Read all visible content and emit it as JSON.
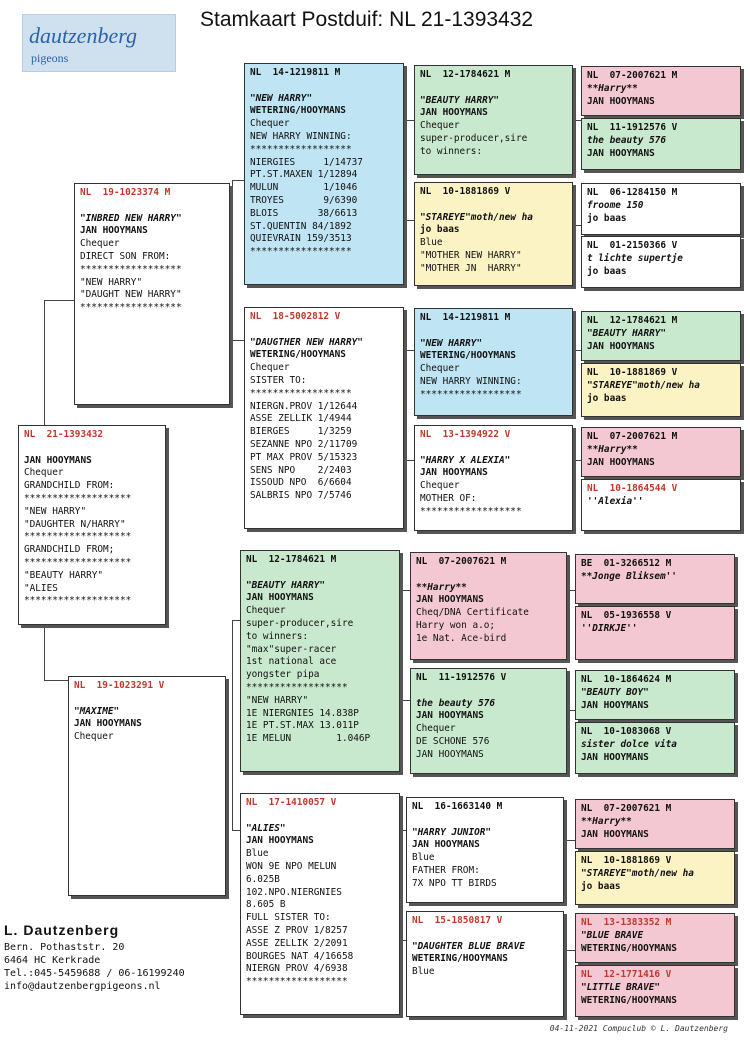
{
  "page": {
    "title": "Stamkaart Postduif: NL  21-1393432",
    "logo_text": "dautzenberg",
    "logo_sub": "pigeons",
    "address": {
      "name": "L. Dautzenberg",
      "lines": [
        "Bern. Pothaststr. 20",
        "6464 HC  Kerkrade",
        "Tel.:045-5459688 / 06-16199240",
        "info@dautzenbergpigeons.nl"
      ]
    },
    "footer": "04-11-2021   Compuclub © L. Dautzenberg"
  },
  "colors": {
    "blue": "#bfe4f3",
    "green": "#c9e9cf",
    "pink": "#f4c8d2",
    "yellow": "#fbf3c3",
    "ring_red": "#c0392b"
  },
  "cards": [
    {
      "id": "main",
      "color": "white",
      "red": true,
      "lines": [
        {
          "t": "NL  21-1393432",
          "k": "hd"
        },
        {
          "t": "",
          "k": ""
        },
        {
          "t": "JAN HOOYMANS",
          "k": "own"
        },
        {
          "t": "Chequer"
        },
        {
          "t": "GRANDCHILD FROM:"
        },
        {
          "t": "*******************"
        },
        {
          "t": "\"NEW HARRY\""
        },
        {
          "t": "\"DAUGHTER N/HARRY\""
        },
        {
          "t": "*******************"
        },
        {
          "t": "GRANDCHILD FROM;"
        },
        {
          "t": "*******************"
        },
        {
          "t": "\"BEAUTY HARRY\""
        },
        {
          "t": "\"ALIES"
        },
        {
          "t": "*******************"
        }
      ]
    },
    {
      "id": "sire",
      "color": "white",
      "red": true,
      "lines": [
        {
          "t": "NL  19-1023374 M",
          "k": "hd"
        },
        {
          "t": "",
          "k": ""
        },
        {
          "t": "\"INBRED NEW HARRY\"",
          "k": "nm"
        },
        {
          "t": "JAN HOOYMANS",
          "k": "own"
        },
        {
          "t": "Chequer"
        },
        {
          "t": "DIRECT SON FROM:"
        },
        {
          "t": "******************"
        },
        {
          "t": "\"NEW HARRY\""
        },
        {
          "t": "\"DAUGHT NEW HARRY\""
        },
        {
          "t": "******************"
        }
      ]
    },
    {
      "id": "dam",
      "color": "white",
      "red": true,
      "lines": [
        {
          "t": "NL  19-1023291 V",
          "k": "hd"
        },
        {
          "t": "",
          "k": ""
        },
        {
          "t": "\"MAXIME\"",
          "k": "nm"
        },
        {
          "t": "JAN HOOYMANS",
          "k": "own"
        },
        {
          "t": "Chequer"
        }
      ]
    },
    {
      "id": "ss",
      "color": "blue",
      "red": false,
      "lines": [
        {
          "t": "NL  14-1219811 M",
          "k": "hd"
        },
        {
          "t": "",
          "k": ""
        },
        {
          "t": "\"NEW HARRY\"",
          "k": "nm"
        },
        {
          "t": "WETERING/HOOYMANS",
          "k": "own"
        },
        {
          "t": "Chequer"
        },
        {
          "t": "NEW HARRY WINNING:"
        },
        {
          "t": "******************"
        },
        {
          "t": "NIERGIES     1/14737"
        },
        {
          "t": "PT.ST.MAXEN 1/12894"
        },
        {
          "t": "MULUN        1/1046"
        },
        {
          "t": "TROYES       9/6390"
        },
        {
          "t": "BLOIS       38/6613"
        },
        {
          "t": "ST.QUENTIN 84/1892"
        },
        {
          "t": "QUIEVRAIN 159/3513"
        },
        {
          "t": "******************"
        }
      ]
    },
    {
      "id": "sd",
      "color": "white",
      "red": true,
      "lines": [
        {
          "t": "NL  18-5002812 V",
          "k": "hd"
        },
        {
          "t": "",
          "k": ""
        },
        {
          "t": "\"DAUGTHER NEW HARRY\"",
          "k": "nm"
        },
        {
          "t": "WETERING/HOOYMANS",
          "k": "own"
        },
        {
          "t": "Chequer"
        },
        {
          "t": "SISTER TO:"
        },
        {
          "t": "******************"
        },
        {
          "t": "NIERGN.PROV 1/12644"
        },
        {
          "t": "ASSE ZELLIK 1/4944"
        },
        {
          "t": "BIERGES     1/3259"
        },
        {
          "t": "SEZANNE NPO 2/11709"
        },
        {
          "t": "PT MAX PROV 5/15323"
        },
        {
          "t": "SENS NPO    2/2403"
        },
        {
          "t": "ISSOUD NPO  6/6604"
        },
        {
          "t": "SALBRIS NPO 7/5746"
        }
      ]
    },
    {
      "id": "ds",
      "color": "green",
      "red": false,
      "lines": [
        {
          "t": "NL  12-1784621 M",
          "k": "hd"
        },
        {
          "t": "",
          "k": ""
        },
        {
          "t": "\"BEAUTY HARRY\"",
          "k": "nm"
        },
        {
          "t": "JAN HOOYMANS",
          "k": "own"
        },
        {
          "t": "Chequer"
        },
        {
          "t": "super-producer,sire"
        },
        {
          "t": "to winners:"
        },
        {
          "t": "\"max\"super-racer"
        },
        {
          "t": "1st national ace"
        },
        {
          "t": "yongster pipa"
        },
        {
          "t": "******************"
        },
        {
          "t": "\"NEW HARRY\""
        },
        {
          "t": "1E NIERGNIES 14.838P"
        },
        {
          "t": "1E PT.ST.MAX 13.011P"
        },
        {
          "t": "1E MELUN        1.046P"
        }
      ]
    },
    {
      "id": "dd",
      "color": "white",
      "red": true,
      "lines": [
        {
          "t": "NL  17-1410057 V",
          "k": "hd"
        },
        {
          "t": "",
          "k": ""
        },
        {
          "t": "\"ALIES\"",
          "k": "nm"
        },
        {
          "t": "JAN HOOYMANS",
          "k": "own"
        },
        {
          "t": "Blue"
        },
        {
          "t": "WON 9E NPO MELUN"
        },
        {
          "t": "6.025B"
        },
        {
          "t": "102.NPO.NIERGNIES"
        },
        {
          "t": "8.605 B"
        },
        {
          "t": "FULL SISTER TO:"
        },
        {
          "t": "ASSE Z PROV 1/8257"
        },
        {
          "t": "ASSE ZELLIK 2/2091"
        },
        {
          "t": "BOURGES NAT 4/16658"
        },
        {
          "t": "NIERGN PROV 4/6938"
        },
        {
          "t": "******************"
        }
      ]
    },
    {
      "id": "sss",
      "color": "green",
      "red": false,
      "lines": [
        {
          "t": "NL  12-1784621 M",
          "k": "hd"
        },
        {
          "t": "",
          "k": ""
        },
        {
          "t": "\"BEAUTY HARRY\"",
          "k": "nm"
        },
        {
          "t": "JAN HOOYMANS",
          "k": "own"
        },
        {
          "t": "Chequer"
        },
        {
          "t": "super-producer,sire"
        },
        {
          "t": "to winners:"
        }
      ]
    },
    {
      "id": "ssd",
      "color": "yellow",
      "red": false,
      "lines": [
        {
          "t": "NL  10-1881869 V",
          "k": "hd"
        },
        {
          "t": "",
          "k": ""
        },
        {
          "t": "\"STAREYE\"moth/new ha",
          "k": "nm"
        },
        {
          "t": "jo baas",
          "k": "own"
        },
        {
          "t": "Blue"
        },
        {
          "t": "\"MOTHER NEW HARRY\""
        },
        {
          "t": "\"MOTHER JN  HARRY\""
        }
      ]
    },
    {
      "id": "sds",
      "color": "blue",
      "red": false,
      "lines": [
        {
          "t": "NL  14-1219811 M",
          "k": "hd"
        },
        {
          "t": "",
          "k": ""
        },
        {
          "t": "\"NEW HARRY\"",
          "k": "nm"
        },
        {
          "t": "WETERING/HOOYMANS",
          "k": "own"
        },
        {
          "t": "Chequer"
        },
        {
          "t": "NEW HARRY WINNING:"
        },
        {
          "t": "******************"
        }
      ]
    },
    {
      "id": "sdd",
      "color": "white",
      "red": true,
      "lines": [
        {
          "t": "NL  13-1394922 V",
          "k": "hd"
        },
        {
          "t": "",
          "k": ""
        },
        {
          "t": "\"HARRY X ALEXIA\"",
          "k": "nm"
        },
        {
          "t": "JAN HOOYMANS",
          "k": "own"
        },
        {
          "t": "Chequer"
        },
        {
          "t": "MOTHER OF:"
        },
        {
          "t": "******************"
        }
      ]
    },
    {
      "id": "dss",
      "color": "pink",
      "red": false,
      "lines": [
        {
          "t": "NL  07-2007621 M",
          "k": "hd"
        },
        {
          "t": "",
          "k": ""
        },
        {
          "t": "**Harry**",
          "k": "nm"
        },
        {
          "t": "JAN HOOYMANS",
          "k": "own"
        },
        {
          "t": "Cheq/DNA Certificate"
        },
        {
          "t": "Harry won a.o;"
        },
        {
          "t": "1e Nat. Ace-bird"
        }
      ]
    },
    {
      "id": "dsd",
      "color": "green",
      "red": false,
      "lines": [
        {
          "t": "NL  11-1912576 V",
          "k": "hd"
        },
        {
          "t": "",
          "k": ""
        },
        {
          "t": "the beauty 576",
          "k": "nm"
        },
        {
          "t": "JAN HOOYMANS",
          "k": "own"
        },
        {
          "t": "Chequer"
        },
        {
          "t": "DE SCHONE 576"
        },
        {
          "t": "JAN HOOYMANS"
        }
      ]
    },
    {
      "id": "dds",
      "color": "white",
      "red": false,
      "lines": [
        {
          "t": "NL  16-1663140 M",
          "k": "hd"
        },
        {
          "t": "",
          "k": ""
        },
        {
          "t": "\"HARRY JUNIOR\"",
          "k": "nm"
        },
        {
          "t": "JAN HOOYMANS",
          "k": "own"
        },
        {
          "t": "Blue"
        },
        {
          "t": "FATHER FROM:"
        },
        {
          "t": "7X NPO TT BIRDS"
        }
      ]
    },
    {
      "id": "ddd",
      "color": "white",
      "red": true,
      "lines": [
        {
          "t": "NL  15-1850817 V",
          "k": "hd"
        },
        {
          "t": "",
          "k": ""
        },
        {
          "t": "\"DAUGHTER BLUE BRAVE",
          "k": "nm"
        },
        {
          "t": "WETERING/HOOYMANS",
          "k": "own"
        },
        {
          "t": "Blue"
        }
      ]
    },
    {
      "id": "g1",
      "color": "pink",
      "red": false,
      "lines": [
        {
          "t": "NL  07-2007621 M",
          "k": "hd"
        },
        {
          "t": "**Harry**",
          "k": "nm"
        },
        {
          "t": "JAN HOOYMANS",
          "k": "own"
        }
      ]
    },
    {
      "id": "g2",
      "color": "green",
      "red": false,
      "lines": [
        {
          "t": "NL  11-1912576 V",
          "k": "hd"
        },
        {
          "t": "the beauty 576",
          "k": "nm"
        },
        {
          "t": "JAN HOOYMANS",
          "k": "own"
        }
      ]
    },
    {
      "id": "g3",
      "color": "white",
      "red": false,
      "lines": [
        {
          "t": "NL  06-1284150 M",
          "k": "hd"
        },
        {
          "t": "froome 150",
          "k": "nm"
        },
        {
          "t": "jo baas",
          "k": "own"
        }
      ]
    },
    {
      "id": "g4",
      "color": "white",
      "red": false,
      "lines": [
        {
          "t": "NL  01-2150366 V",
          "k": "hd"
        },
        {
          "t": "t lichte supertje",
          "k": "nm"
        },
        {
          "t": "jo baas",
          "k": "own"
        }
      ]
    },
    {
      "id": "g5",
      "color": "green",
      "red": false,
      "lines": [
        {
          "t": "NL  12-1784621 M",
          "k": "hd"
        },
        {
          "t": "\"BEAUTY HARRY\"",
          "k": "nm"
        },
        {
          "t": "JAN HOOYMANS",
          "k": "own"
        }
      ]
    },
    {
      "id": "g6",
      "color": "yellow",
      "red": false,
      "lines": [
        {
          "t": "NL  10-1881869 V",
          "k": "hd"
        },
        {
          "t": "\"STAREYE\"moth/new ha",
          "k": "nm"
        },
        {
          "t": "jo baas",
          "k": "own"
        }
      ]
    },
    {
      "id": "g7",
      "color": "pink",
      "red": false,
      "lines": [
        {
          "t": "NL  07-2007621 M",
          "k": "hd"
        },
        {
          "t": "**Harry**",
          "k": "nm"
        },
        {
          "t": "JAN HOOYMANS",
          "k": "own"
        }
      ]
    },
    {
      "id": "g8",
      "color": "white",
      "red": true,
      "lines": [
        {
          "t": "NL  10-1864544 V",
          "k": "hd"
        },
        {
          "t": "''Alexia''",
          "k": "nm"
        }
      ]
    },
    {
      "id": "g9",
      "color": "pink",
      "red": false,
      "lines": [
        {
          "t": "BE  01-3266512 M",
          "k": "hd"
        },
        {
          "t": "**Jonge Bliksem''",
          "k": "nm"
        }
      ]
    },
    {
      "id": "g10",
      "color": "pink",
      "red": false,
      "lines": [
        {
          "t": "NL  05-1936558 V",
          "k": "hd"
        },
        {
          "t": "''DIRKJE''",
          "k": "nm"
        }
      ]
    },
    {
      "id": "g11",
      "color": "green",
      "red": false,
      "lines": [
        {
          "t": "NL  10-1864624 M",
          "k": "hd"
        },
        {
          "t": "\"BEAUTY BOY\"",
          "k": "nm"
        },
        {
          "t": "JAN HOOYMANS",
          "k": "own"
        }
      ]
    },
    {
      "id": "g12",
      "color": "green",
      "red": false,
      "lines": [
        {
          "t": "NL  10-1083068 V",
          "k": "hd"
        },
        {
          "t": "sister dolce vita",
          "k": "nm"
        },
        {
          "t": "JAN HOOYMANS",
          "k": "own"
        }
      ]
    },
    {
      "id": "g13",
      "color": "pink",
      "red": false,
      "lines": [
        {
          "t": "NL  07-2007621 M",
          "k": "hd"
        },
        {
          "t": "**Harry**",
          "k": "nm"
        },
        {
          "t": "JAN HOOYMANS",
          "k": "own"
        }
      ]
    },
    {
      "id": "g14",
      "color": "yellow",
      "red": false,
      "lines": [
        {
          "t": "NL  10-1881869 V",
          "k": "hd"
        },
        {
          "t": "\"STAREYE\"moth/new ha",
          "k": "nm"
        },
        {
          "t": "jo baas",
          "k": "own"
        }
      ]
    },
    {
      "id": "g15",
      "color": "pink",
      "red": true,
      "lines": [
        {
          "t": "NL  13-1383352 M",
          "k": "hd"
        },
        {
          "t": "\"BLUE BRAVE",
          "k": "nm"
        },
        {
          "t": "WETERING/HOOYMANS",
          "k": "own"
        }
      ]
    },
    {
      "id": "g16",
      "color": "pink",
      "red": true,
      "lines": [
        {
          "t": "NL  12-1771416 V",
          "k": "hd"
        },
        {
          "t": "\"LITTLE BRAVE\"",
          "k": "nm"
        },
        {
          "t": "WETERING/HOOYMANS",
          "k": "own"
        }
      ]
    }
  ]
}
